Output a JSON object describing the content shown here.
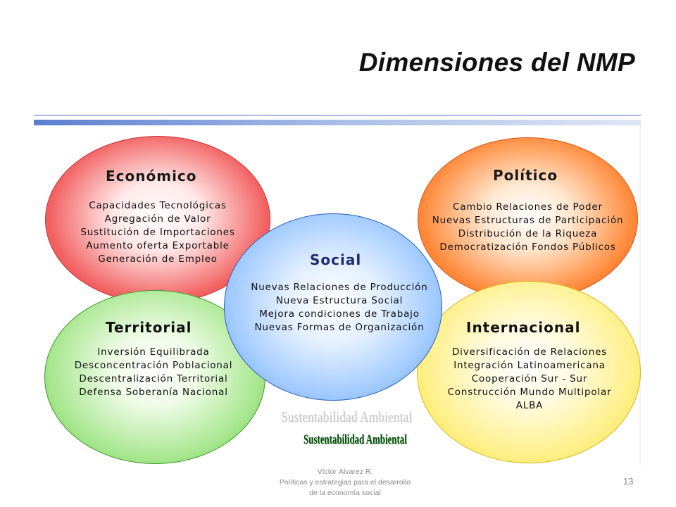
{
  "slide": {
    "title": "Dimensiones del NMP",
    "page_number": "13"
  },
  "dimensions": {
    "economico": {
      "heading": "Económico",
      "items": [
        "Capacidades Tecnológicas",
        "Agregación de Valor",
        "Sustitución de Importaciones",
        "Aumento oferta Exportable",
        "Generación de Empleo"
      ]
    },
    "politico": {
      "heading": "Político",
      "items": [
        "Cambio Relaciones de Poder",
        "Nuevas Estructuras de Participación",
        "Distribución de la Riqueza",
        "Democratización Fondos Públicos"
      ]
    },
    "social": {
      "heading": "Social",
      "items": [
        "Nuevas Relaciones de Producción",
        "Nueva Estructura Social",
        "Mejora condiciones de Trabajo",
        "Nuevas Formas de Organización"
      ]
    },
    "territorial": {
      "heading": "Territorial",
      "items": [
        "Inversión Equilibrada",
        "Desconcentración Poblacional",
        "Descentralización Territorial",
        "Defensa Soberanía Nacional"
      ]
    },
    "internacional": {
      "heading": "Internacional",
      "items": [
        "Diversificación de Relaciones",
        "Integración Latinoamericana",
        "Cooperación Sur - Sur",
        "Construcción Mundo Multipolar",
        "ALBA"
      ]
    }
  },
  "sustentabilidad": {
    "shadow_text": "Sustentabilidad Ambiental",
    "text": "Sustentabilidad Ambiental"
  },
  "footer": {
    "lines": [
      "Víctor Álvarez R.",
      "Políticas y estrategias para el desarrollo",
      "de la economía social"
    ]
  },
  "colors": {
    "economico": "#e21f28",
    "politico": "#f23f10",
    "social": "#4e92f0",
    "territorial": "#56c13a",
    "internacional": "#f4dc1c"
  }
}
